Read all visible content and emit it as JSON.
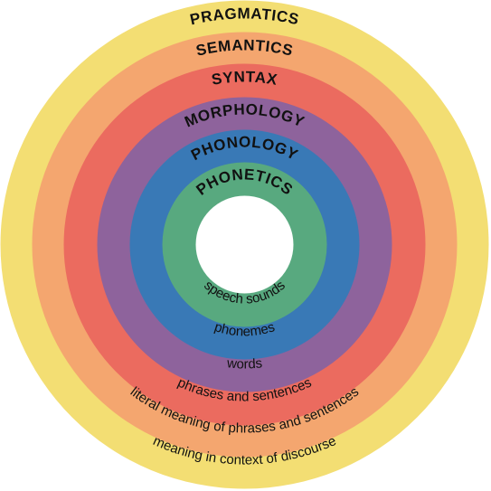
{
  "diagram": {
    "layers": [
      {
        "title": "PRAGMATICS",
        "description": "meaning in context of discourse",
        "color": "#F3DE73"
      },
      {
        "title": "SEMANTICS",
        "description": "literal meaning of phrases and sentences",
        "color": "#F4A66F"
      },
      {
        "title": "SYNTAX",
        "description": "phrases and sentences",
        "color": "#EB6B5F"
      },
      {
        "title": "MORPHOLOGY",
        "description": "words",
        "color": "#8E639C"
      },
      {
        "title": "PHONOLOGY",
        "description": "phonemes",
        "color": "#3979B6"
      },
      {
        "title": "PHONETICS",
        "description": "speech sounds",
        "color": "#58A97F"
      }
    ],
    "center_color": "#FFFFFF"
  }
}
